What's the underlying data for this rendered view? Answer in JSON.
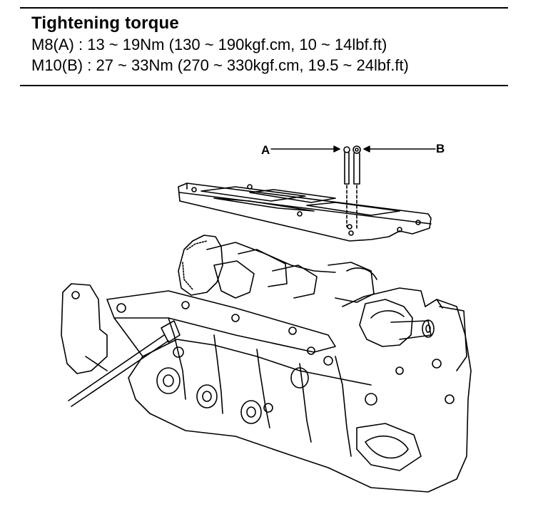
{
  "spec": {
    "title": "Tightening torque",
    "lines": [
      "M8(A) : 13 ~ 19Nm (130 ~ 190kgf.cm, 10 ~ 14lbf.ft)",
      "M10(B) : 27 ~ 33Nm (270 ~ 330kgf.cm, 19.5 ~ 24lbf.ft)"
    ]
  },
  "callouts": {
    "a": "A",
    "b": "B"
  }
}
